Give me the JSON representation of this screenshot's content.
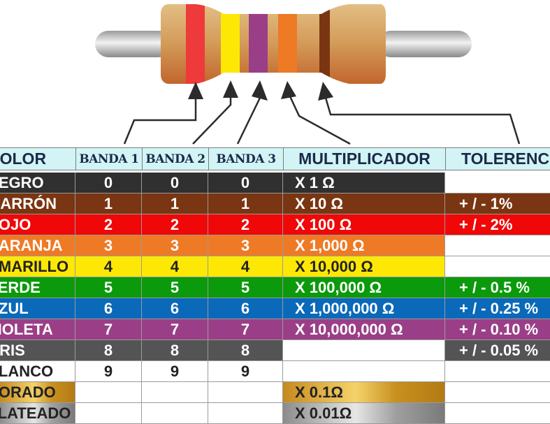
{
  "headers": {
    "color": "COLOR",
    "band1": "BANDA 1",
    "band2": "BANDA 2",
    "band3": "BANDA 3",
    "multiplier": "MULTIPLICADOR",
    "tolerance": "TOLERENCIA"
  },
  "rows": [
    {
      "name": "NEGRO",
      "b1": "0",
      "b2": "0",
      "b3": "0",
      "mult": "X 1  Ω",
      "tol": "",
      "bg": "#303030",
      "text": "#ffffff",
      "tolBg": "#ffffff",
      "tolText": "#ffffff",
      "style": ""
    },
    {
      "name": "MARRÓN",
      "b1": "1",
      "b2": "1",
      "b3": "1",
      "mult": "X 10  Ω",
      "tol": "+ / - 1%",
      "bg": "#7a3512",
      "text": "#ffffff",
      "tolBg": "#7a3512",
      "tolText": "#ffffff",
      "style": ""
    },
    {
      "name": "ROJO",
      "b1": "2",
      "b2": "2",
      "b3": "2",
      "mult": "X 100 Ω",
      "tol": "+ / - 2%",
      "bg": "#f00707",
      "text": "#ffffff",
      "tolBg": "#f00707",
      "tolText": "#ffffff",
      "style": ""
    },
    {
      "name": "NARANJA",
      "b1": "3",
      "b2": "3",
      "b3": "3",
      "mult": "X 1,000 Ω",
      "tol": "",
      "bg": "#ee7a26",
      "text": "#ffffff",
      "tolBg": "#ffffff",
      "tolText": "#ffffff",
      "style": ""
    },
    {
      "name": "AMARILLO",
      "b1": "4",
      "b2": "4",
      "b3": "4",
      "mult": "X 10,000 Ω",
      "tol": "",
      "bg": "#fde805",
      "text": "#222222",
      "tolBg": "#ffffff",
      "tolText": "#222222",
      "style": ""
    },
    {
      "name": "VERDE",
      "b1": "5",
      "b2": "5",
      "b3": "5",
      "mult": "X 100,000 Ω",
      "tol": "+ / - 0.5 %",
      "bg": "#0b9a0b",
      "text": "#ffffff",
      "tolBg": "#0b9a0b",
      "tolText": "#ffffff",
      "style": ""
    },
    {
      "name": "AZUL",
      "b1": "6",
      "b2": "6",
      "b3": "6",
      "mult": "X 1,000,000 Ω",
      "tol": "+ / - 0.25 %",
      "bg": "#0a69b9",
      "text": "#ffffff",
      "tolBg": "#0a69b9",
      "tolText": "#ffffff",
      "style": ""
    },
    {
      "name": "VIOLETA",
      "b1": "7",
      "b2": "7",
      "b3": "7",
      "mult": "X 10,000,000 Ω",
      "tol": "+ / - 0.10 %",
      "bg": "#9a3f87",
      "text": "#ffffff",
      "tolBg": "#9a3f87",
      "tolText": "#ffffff",
      "style": ""
    },
    {
      "name": "GRIS",
      "b1": "8",
      "b2": "8",
      "b3": "8",
      "mult": "",
      "tol": "+ / - 0.05 %",
      "bg": "#545454",
      "text": "#ffffff",
      "multBg": "#ffffff",
      "tolBg": "#545454",
      "tolText": "#ffffff",
      "style": ""
    },
    {
      "name": "BLANCO",
      "b1": "9",
      "b2": "9",
      "b3": "9",
      "mult": "",
      "tol": "",
      "bg": "#ffffff",
      "text": "#222222",
      "tolBg": "#ffffff",
      "tolText": "#222222",
      "style": ""
    },
    {
      "name": "DORADO",
      "b1": "",
      "b2": "",
      "b3": "",
      "mult": "X 0.1Ω",
      "tol": "",
      "bg": "#ffffff",
      "text": "#222222",
      "tolBg": "#ffffff",
      "tolText": "#222222",
      "style": "gold"
    },
    {
      "name": "PLATEADO",
      "b1": "",
      "b2": "",
      "b3": "",
      "mult": "X 0.01Ω",
      "tol": "",
      "bg": "#ffffff",
      "text": "#222222",
      "tolBg": "#ffffff",
      "tolText": "#222222",
      "style": "silver"
    }
  ],
  "resistor": {
    "body_color": "#d8a560",
    "band_colors": [
      "#ee3a3a",
      "#fde805",
      "#9a3f87",
      "#ee7a26",
      "#7a3512"
    ]
  }
}
